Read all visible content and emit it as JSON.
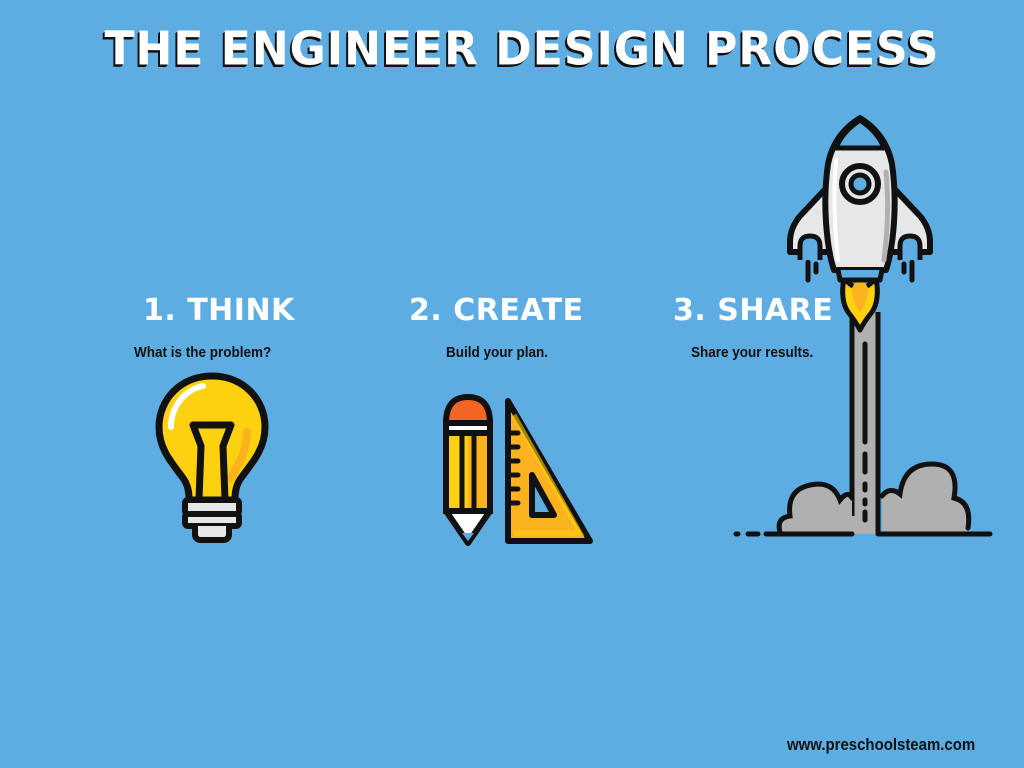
{
  "title": "THE ENGINEER DESIGN PROCESS",
  "steps": [
    {
      "title": "1. THINK",
      "subtitle": "What is the problem?",
      "icon": "lightbulb-icon"
    },
    {
      "title": "2. CREATE",
      "subtitle": "Build your plan.",
      "icon": "pencil-ruler-icon"
    },
    {
      "title": "3. SHARE",
      "subtitle": "Share your results.",
      "icon": "rocket-icon"
    }
  ],
  "footer": "www.preschoolsteam.com",
  "colors": {
    "background": "#5dade2",
    "yellow": "#fdd10f",
    "orange": "#fbb21f",
    "pencil_tip": "#f26522",
    "cloud": "#b0b0b0",
    "rocket_body": "#e6e7e8",
    "outline": "#111111"
  }
}
